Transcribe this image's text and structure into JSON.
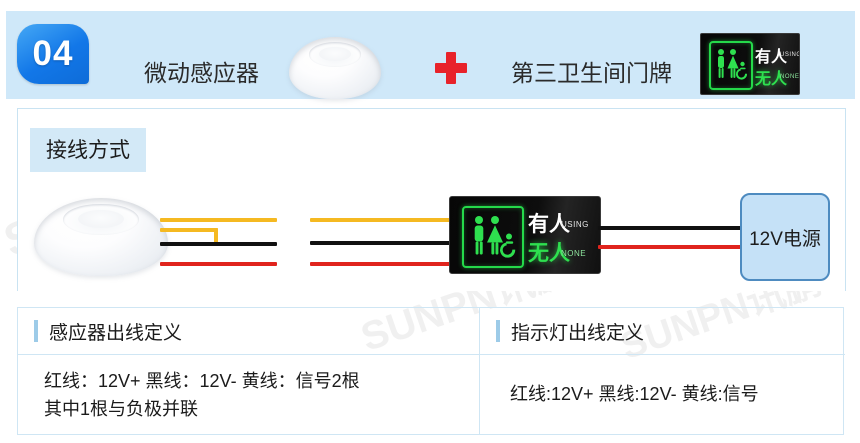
{
  "header": {
    "badge_number": "04",
    "left_product_label": "微动感应器",
    "connector_icon": "plus-icon",
    "right_product_label": "第三卫生间门牌",
    "sensor_icon": "motion-sensor-icon",
    "sign_icon": "restroom-occupancy-sign-icon",
    "band_color": "#cfe8f9",
    "badge_color": "#1277e8",
    "plus_color": "#e8222a"
  },
  "diagram": {
    "section_label": "接线方式",
    "sensor_icon": "motion-sensor-icon",
    "sign_icon": "restroom-occupancy-sign-icon",
    "power_label": "12V电源",
    "wires": [
      {
        "name": "yellow-signal-wire-1",
        "color": "#f5b921"
      },
      {
        "name": "yellow-signal-wire-2",
        "color": "#f5b921"
      },
      {
        "name": "black-negative-wire",
        "color": "#111111"
      },
      {
        "name": "red-positive-wire",
        "color": "#e0241d"
      }
    ]
  },
  "sign": {
    "occupied_text": "有人",
    "occupied_sub": "USING",
    "vacant_text": "无人",
    "vacant_sub": "NONE",
    "occupied_color": "#ffffff",
    "vacant_color": "#2ee04f"
  },
  "table": {
    "left": {
      "title": "感应器出线定义",
      "lines": [
        "红线：12V+   黑线：12V-   黄线：信号2根",
        "其中1根与负极并联"
      ]
    },
    "right": {
      "title": "指示灯出线定义",
      "lines": [
        "红线:12V+    黑线:12V-   黄线:信号"
      ]
    }
  },
  "watermark": {
    "text": "SUNPN讯鹏"
  }
}
